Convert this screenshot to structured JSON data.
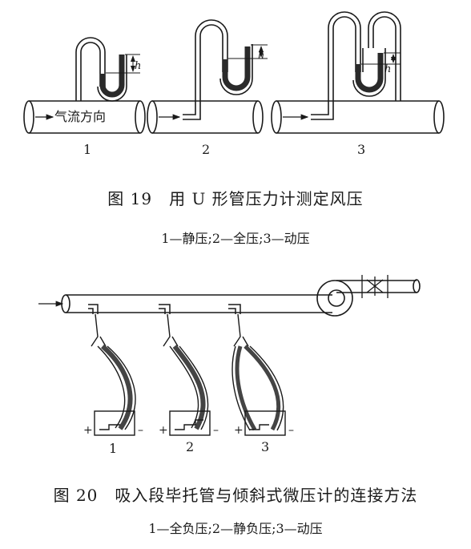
{
  "figure19": {
    "title": "图 19　用 U 形管压力计测定风压",
    "subtitle": "1—静压;2—全压;3—动压",
    "flow_label": "气流方向",
    "height_label": "h",
    "panel_numbers": [
      "1",
      "2",
      "3"
    ]
  },
  "figure20": {
    "title": "图 20　吸入段毕托管与倾斜式微压计的连接方法",
    "subtitle": "1—全负压;2—静负压;3—动压",
    "gauge_numbers": [
      "1",
      "2",
      "3"
    ],
    "plus_sign": "+",
    "minus_sign": "–"
  }
}
